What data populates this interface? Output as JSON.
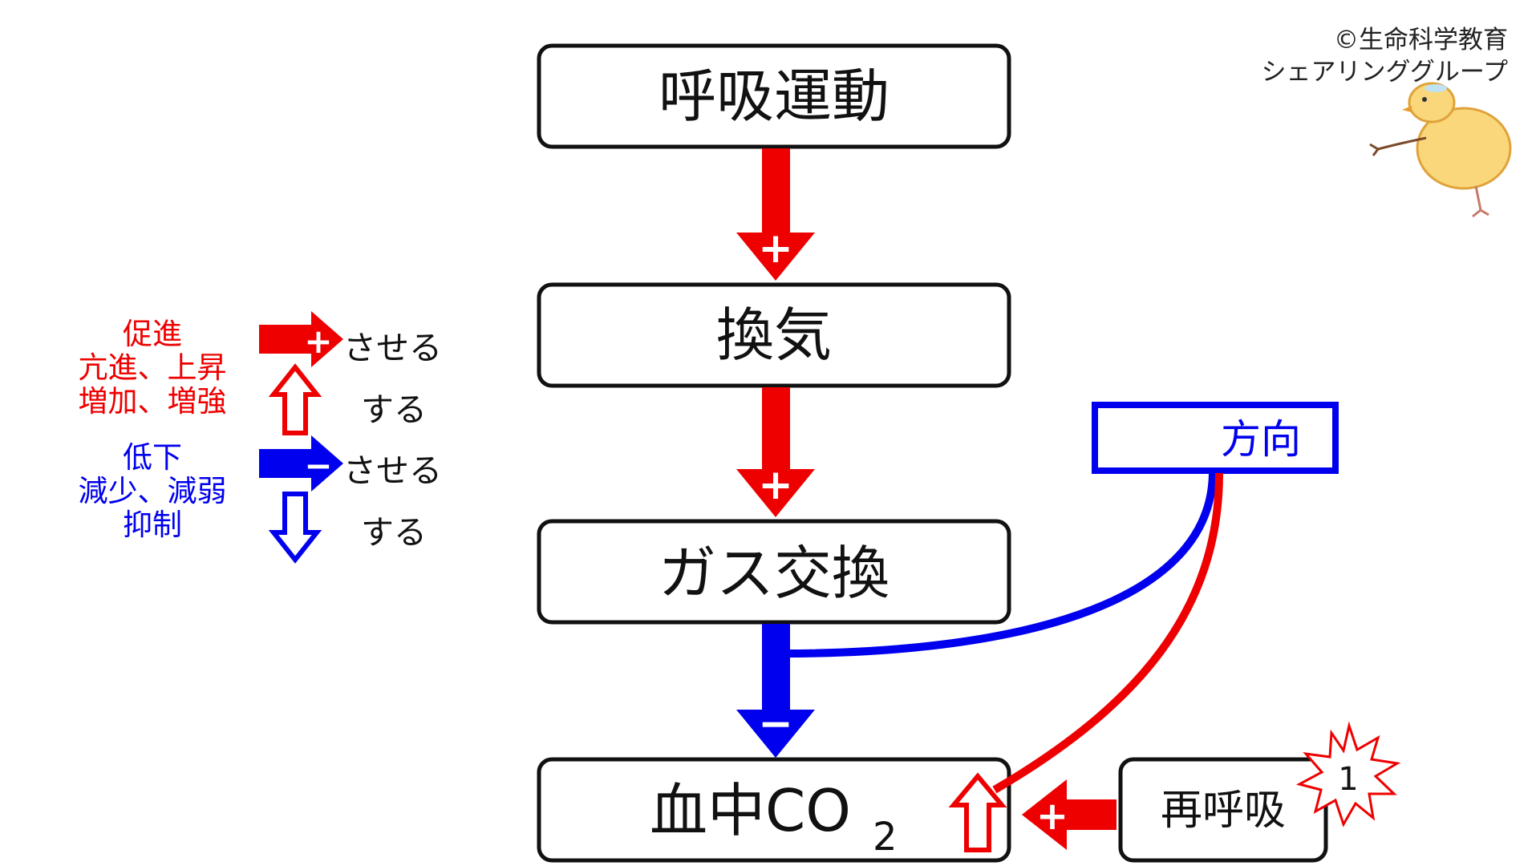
{
  "credit": {
    "line1": "©生命科学教育",
    "line2": "シェアリンググループ"
  },
  "legend": {
    "promote": {
      "words": [
        "促進",
        "亢進、上昇",
        "増加、増強"
      ],
      "arrow_label": "させる",
      "updown_label": "する",
      "color": "#ee0000"
    },
    "inhibit": {
      "words": [
        "低下",
        "減少、減弱",
        "抑制"
      ],
      "arrow_label": "させる",
      "updown_label": "する",
      "color": "#0000ee"
    }
  },
  "boxes": {
    "respiratory_movement": "呼吸運動",
    "ventilation": "換気",
    "gas_exchange": "ガス交換",
    "blood_co2": {
      "main": "血中CO",
      "sub": "2"
    },
    "rebreathing": "再呼吸"
  },
  "direction_box": {
    "label": "方向",
    "color": "#0000ee"
  },
  "signs": {
    "plus": "+",
    "minus": "−"
  },
  "callout": {
    "label": "1"
  },
  "colors": {
    "red": "#ee0000",
    "blue": "#0000ee",
    "outline": "#111111"
  },
  "icons": [
    "plus-arrow",
    "minus-arrow",
    "hollow-up-arrow",
    "hollow-down-arrow",
    "starburst",
    "chick-drawing"
  ]
}
